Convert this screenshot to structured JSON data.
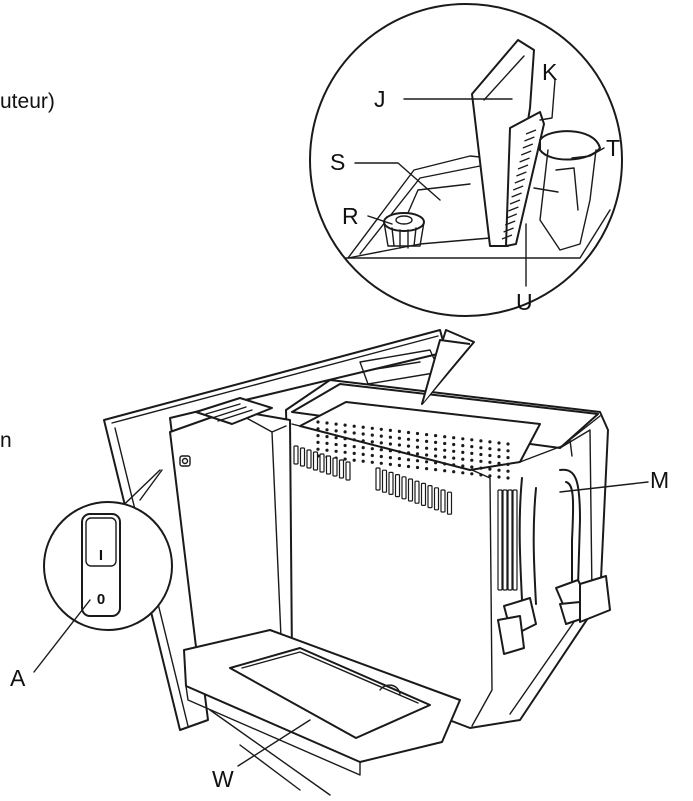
{
  "text_fragments": {
    "top_left": "uteur)",
    "middle_left": "n"
  },
  "callouts": {
    "J": "J",
    "K": "K",
    "S": "S",
    "T": "T",
    "R": "R",
    "U": "U",
    "M": "M",
    "A": "A",
    "W": "W"
  },
  "switch": {
    "on_mark": "I",
    "off_mark": "0"
  }
}
